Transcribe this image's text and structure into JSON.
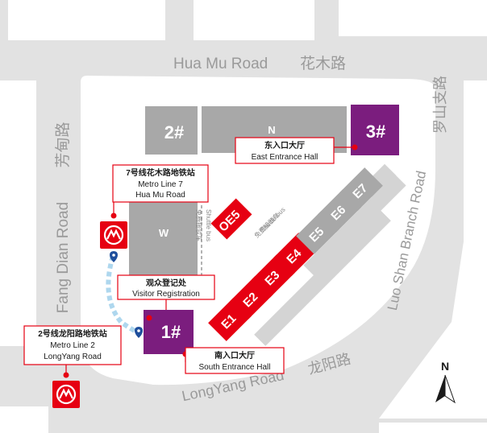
{
  "roads": {
    "north": {
      "en": "Hua Mu Road",
      "cn": "花木路"
    },
    "west": {
      "en": "Fang Dian Road",
      "cn": "芳甸路"
    },
    "east": {
      "en": "Luo Shan Branch Road",
      "cn": "罗山支路"
    },
    "south": {
      "en": "LongYang Road",
      "cn": "龙阳路"
    }
  },
  "halls": {
    "h2": "2#",
    "n": "N",
    "h3": "3#",
    "w": "W",
    "h1": "1#",
    "oe5": "OE5",
    "e1": "E1",
    "e2": "E2",
    "e3": "E3",
    "e4": "E4",
    "e5": "E5",
    "e6": "E6",
    "e7": "E7"
  },
  "callouts": {
    "east_entrance": {
      "cn": "东入口大厅",
      "en": "East Entrance Hall"
    },
    "metro7": {
      "cn": "7号线花木路地铁站",
      "en1": "Metro Line 7",
      "en2": "Hua Mu Road"
    },
    "visitor": {
      "cn": "观众登记处",
      "en": "Visitor Registration"
    },
    "metro2": {
      "cn": "2号线龙阳路地铁站",
      "en1": "Metro Line 2",
      "en2": "LongYang Road"
    },
    "south_entrance": {
      "cn": "南入口大厅",
      "en": "South Entrance Hall"
    }
  },
  "shuttle": {
    "cn": "免费接驳车",
    "en": "Shuttle bus"
  },
  "compass": "N",
  "colors": {
    "red": "#e60012",
    "purple": "#7b1d7e",
    "gray_hall": "#a8a8a8",
    "light_hall": "#d4d4d4",
    "road": "#e2e2e2"
  }
}
